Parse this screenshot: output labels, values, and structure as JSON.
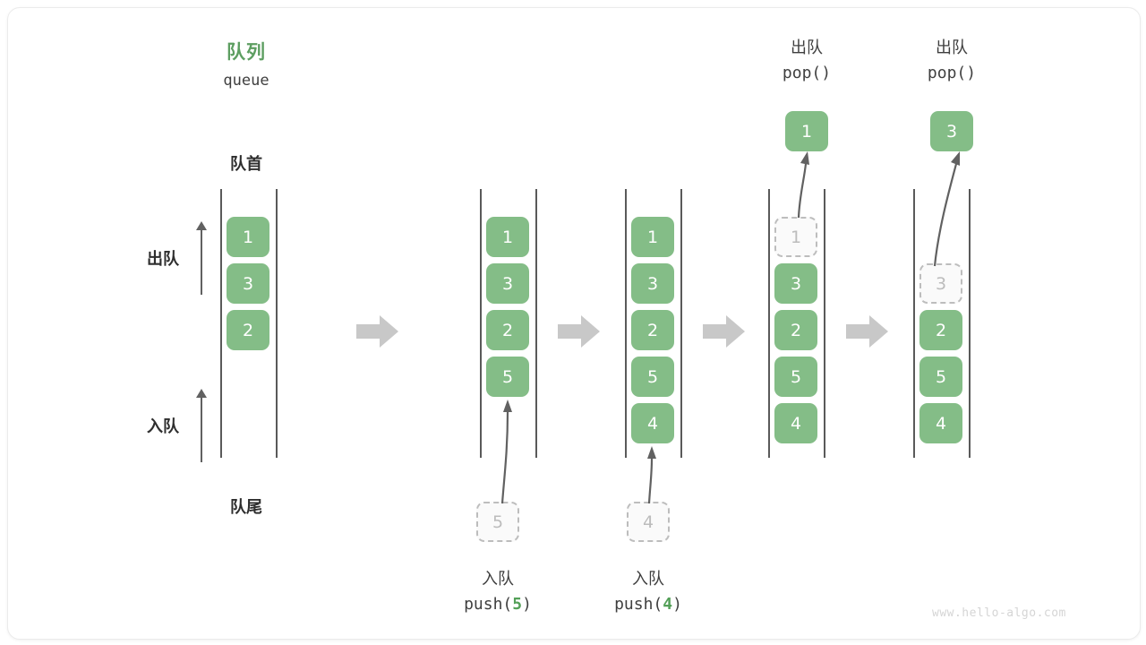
{
  "diagram": {
    "title_cn": "队列",
    "title_en": "queue",
    "head_label": "队首",
    "tail_label": "队尾",
    "dequeue_label": "出队",
    "enqueue_label": "入队",
    "watermark": "www.hello-algo.com",
    "colors": {
      "element_green": "#84bd87",
      "title_green": "#5d9e61",
      "ghost_border": "#bdbdbd",
      "ghost_text": "#bcbcbc",
      "rail": "#5a5a5a",
      "step_arrow": "#c8c8c8",
      "arrow": "#616161",
      "watermark": "#d5d5d5"
    }
  },
  "steps": [
    {
      "id": "initial",
      "cells": [
        {
          "value": "1",
          "state": "filled"
        },
        {
          "value": "3",
          "state": "filled"
        },
        {
          "value": "2",
          "state": "filled"
        }
      ]
    },
    {
      "id": "after-push-5",
      "cells": [
        {
          "value": "1",
          "state": "filled"
        },
        {
          "value": "3",
          "state": "filled"
        },
        {
          "value": "2",
          "state": "filled"
        },
        {
          "value": "5",
          "state": "filled"
        }
      ],
      "incoming": {
        "value": "5",
        "state": "ghost"
      },
      "op_cn": "入队",
      "op_code_prefix": "push(",
      "op_code_arg": "5",
      "op_code_suffix": ")"
    },
    {
      "id": "after-push-4",
      "cells": [
        {
          "value": "1",
          "state": "filled"
        },
        {
          "value": "3",
          "state": "filled"
        },
        {
          "value": "2",
          "state": "filled"
        },
        {
          "value": "5",
          "state": "filled"
        },
        {
          "value": "4",
          "state": "filled"
        }
      ],
      "incoming": {
        "value": "4",
        "state": "ghost"
      },
      "op_cn": "入队",
      "op_code_prefix": "push(",
      "op_code_arg": "4",
      "op_code_suffix": ")"
    },
    {
      "id": "after-pop-1",
      "cells": [
        {
          "value": "1",
          "state": "ghost"
        },
        {
          "value": "3",
          "state": "filled"
        },
        {
          "value": "2",
          "state": "filled"
        },
        {
          "value": "5",
          "state": "filled"
        },
        {
          "value": "4",
          "state": "filled"
        }
      ],
      "outgoing": {
        "value": "1",
        "state": "filled"
      },
      "op_cn": "出队",
      "op_code": "pop()"
    },
    {
      "id": "after-pop-3",
      "cells": [
        {
          "value": "",
          "state": "empty"
        },
        {
          "value": "3",
          "state": "ghost"
        },
        {
          "value": "2",
          "state": "filled"
        },
        {
          "value": "5",
          "state": "filled"
        },
        {
          "value": "4",
          "state": "filled"
        }
      ],
      "outgoing": {
        "value": "3",
        "state": "filled"
      },
      "op_cn": "出队",
      "op_code": "pop()"
    }
  ]
}
